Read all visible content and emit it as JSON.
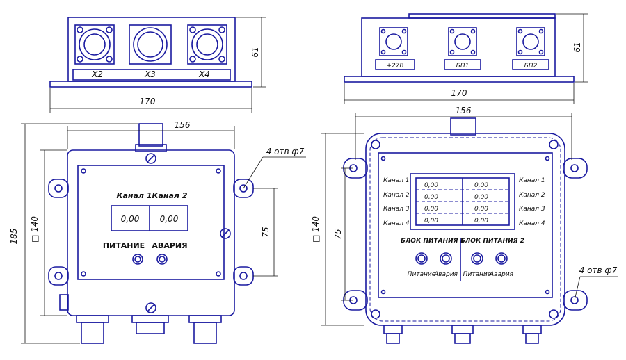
{
  "top_left": {
    "connectors": [
      "X2",
      "X3",
      "X4"
    ],
    "dim_width": "170",
    "dim_height": "61"
  },
  "top_right": {
    "connectors": [
      "+27В",
      "БП1",
      "БП2"
    ],
    "dim_width": "170",
    "dim_height": "61"
  },
  "left_front": {
    "dim_width": "156",
    "dim_height": "185",
    "dim_square": "□ 140",
    "dim_75": "75",
    "holes_note": "4 отв ф7",
    "channel1": "Канал 1",
    "channel2": "Канал 2",
    "value1": "0,00",
    "value2": "0,00",
    "power": "ПИТАНИЕ",
    "alarm": "АВАРИЯ"
  },
  "right_front": {
    "dim_width": "156",
    "dim_square": "□ 140",
    "dim_75": "75",
    "holes_note": "4 отв ф7",
    "channels": [
      "Канал 1",
      "Канал 2",
      "Канал 3",
      "Канал 4"
    ],
    "values": [
      "0,00",
      "0,00",
      "0,00",
      "0,00",
      "0,00",
      "0,00",
      "0,00",
      "0,00"
    ],
    "psu1": "БЛОК ПИТАНИЯ 1",
    "psu2": "БЛОК ПИТАНИЯ 2",
    "indicators": [
      "Питание",
      "Авария",
      "Питание",
      "Авария"
    ]
  }
}
